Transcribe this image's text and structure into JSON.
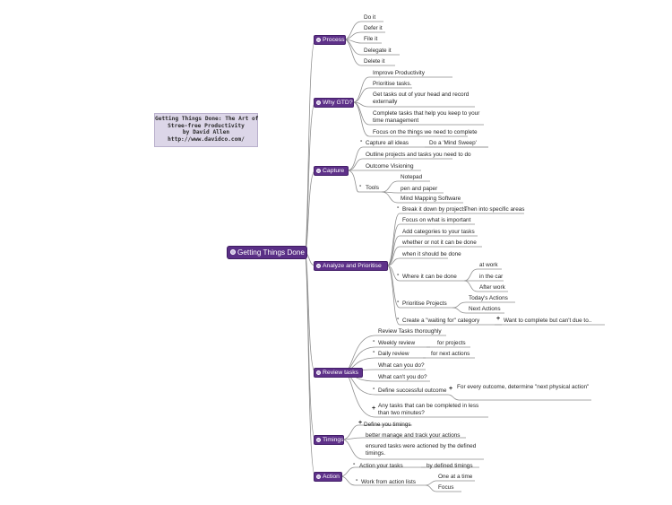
{
  "note": {
    "line1": "Getting Things Done: The Art of",
    "line2": "Stree-free Productivity",
    "line3": "by David Allen",
    "line4": "http://www.davidco.com/"
  },
  "central": "Getting Things Done",
  "branches": {
    "process": {
      "label": "Process",
      "items": [
        "Do it",
        "Defer it",
        "File it",
        "Delegate it",
        "Delete it"
      ]
    },
    "why": {
      "label": "Why GTD?",
      "items": [
        "Improve Productivity",
        "Prioritise tasks.",
        "Get tasks out of your head and record externally",
        "Complete tasks that help you keep to your time management",
        "Focus on the things we need to complete"
      ]
    },
    "capture": {
      "label": "Capture",
      "capture_all": "Capture all ideas",
      "mind_sweep": "Do a 'Mind Sweep'",
      "outline": "Outline projects and tasks you need to do",
      "visioning": "Outcome Visioning",
      "tools": "Tools",
      "tools_items": [
        "Notepad",
        "pen and paper",
        "Mind Mapping Software"
      ]
    },
    "analyze": {
      "label": "Analyze and Prioritise",
      "break_down": "Break it down by projects",
      "specific_areas": "Then into specific areas",
      "important": "Focus on what is important",
      "categories": "Add categories to your tasks",
      "can_be_done": "whether or not it can be done",
      "when_done": "when it should be done",
      "where_done": "Where it can be done",
      "where_items": [
        "at work",
        "in the car",
        "After work"
      ],
      "prioritise_projects": "Prioritise Projects",
      "project_items": [
        "Today's Actions",
        "Next Actions"
      ],
      "waiting_for": "Create a \"waiting for\" category",
      "want_to_complete": "Want to complete but can't due to.."
    },
    "review": {
      "label": "Review tasks",
      "thoroughly": "Review Tasks thoroughly",
      "weekly": "Weekly review",
      "for_projects": "for projects",
      "daily": "Daily review",
      "for_next_actions": "for next actions",
      "what_can": "What can you do?",
      "what_cant": "What can't you do?",
      "define_outcome": "Define successful outcome",
      "every_outcome": "For every outcome, determine \"next physical action\"",
      "two_minutes": "Any tasks that can be completed in less than two minutes?"
    },
    "timings": {
      "label": "Timings",
      "define": "Define you timings",
      "better_manage": "better manage and track your actions",
      "ensured": "ensured tasks were actioned by the defined timings."
    },
    "action": {
      "label": "Action",
      "action_tasks": "Action your tasks",
      "by_timings": "by defined timings",
      "work_lists": "Work from action lists",
      "list_items": [
        "One at a time",
        "Focus"
      ]
    }
  },
  "colors": {
    "topic_fill": "#5e3189",
    "central_fill": "#5a2f86",
    "note_fill": "#dcd6e8",
    "connector": "#8a8a8a"
  }
}
